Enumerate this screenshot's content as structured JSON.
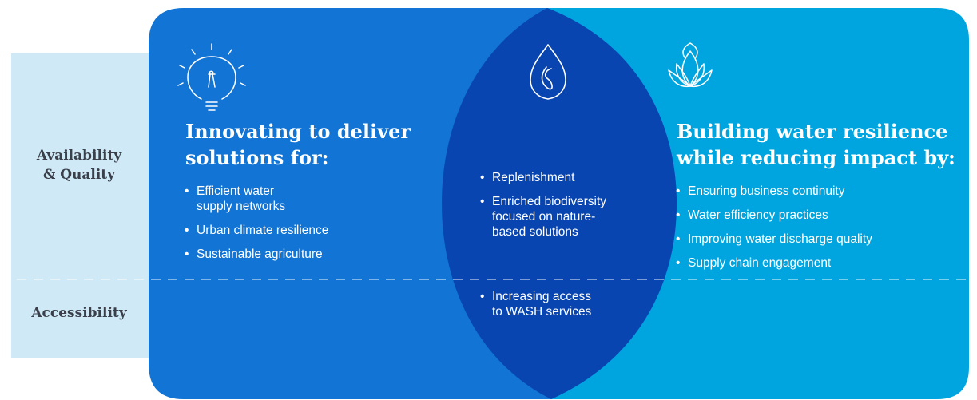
{
  "colors": {
    "left_circle": "#1274d4",
    "right_circle": "#00a5e0",
    "overlap": "#0845b0",
    "label_band": "#cfeaf6",
    "label_text": "#3a3f4a",
    "text": "#ffffff"
  },
  "icons": {
    "left": "lightbulb-icon",
    "center": "water-drop-icon",
    "right": "lotus-icon"
  },
  "rows": {
    "availability_quality": "Availability\n& Quality",
    "accessibility": "Accessibility"
  },
  "left": {
    "heading": "Innovating to deliver\nsolutions for:",
    "items": [
      "Efficient water\nsupply networks",
      "Urban climate resilience",
      "Sustainable agriculture"
    ]
  },
  "center": {
    "top_items": [
      "Replenishment",
      "Enriched biodiversity\nfocused on nature-\nbased solutions"
    ],
    "bottom_items": [
      "Increasing access\nto WASH services"
    ]
  },
  "right": {
    "heading": "Building water resilience\nwhile reducing impact by:",
    "items": [
      "Ensuring business continuity",
      "Water efficiency practices",
      "Improving water discharge quality",
      "Supply chain engagement"
    ]
  }
}
